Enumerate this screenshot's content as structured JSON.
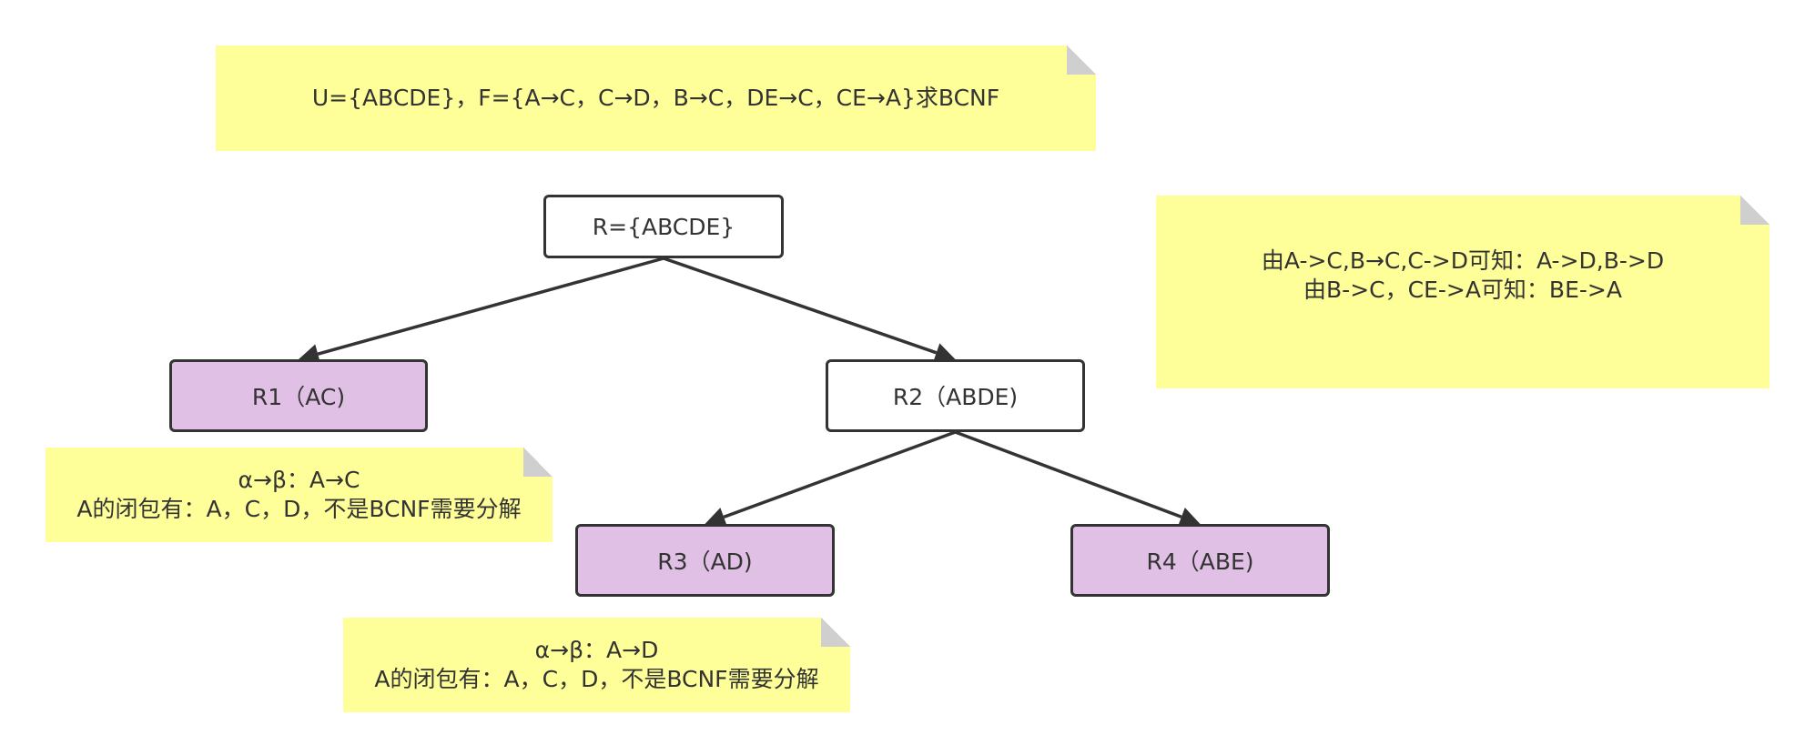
{
  "colors": {
    "note_fill": "#ffff99",
    "note_fold": "#cfcfcf",
    "node_border": "#333333",
    "node_white_fill": "#ffffff",
    "node_purple_fill": "#e1c0e6",
    "text": "#333333",
    "edge": "#333333"
  },
  "notes": {
    "problem": "U={ABCDE}，F={A→C，C→D，B→C，DE→C，CE→A}求BCNF",
    "derivation_line1": "由A->C,B→C,C->D可知：A->D,B->D",
    "derivation_line2": "由B->C，CE->A可知：BE->A",
    "r1_line1": "α→β：A→C",
    "r1_line2": "A的闭包有：A，C，D，不是BCNF需要分解",
    "r3_line1": "α→β：A→D",
    "r3_line2": "A的闭包有：A，C，D，不是BCNF需要分解"
  },
  "nodes": {
    "root": "R={ABCDE}",
    "r1": "R1（AC)",
    "r2": "R2（ABDE)",
    "r3": "R3（AD)",
    "r4": "R4（ABE)"
  },
  "edges": [
    {
      "from": "root",
      "to": "r1"
    },
    {
      "from": "root",
      "to": "r2"
    },
    {
      "from": "r2",
      "to": "r3"
    },
    {
      "from": "r2",
      "to": "r4"
    }
  ]
}
